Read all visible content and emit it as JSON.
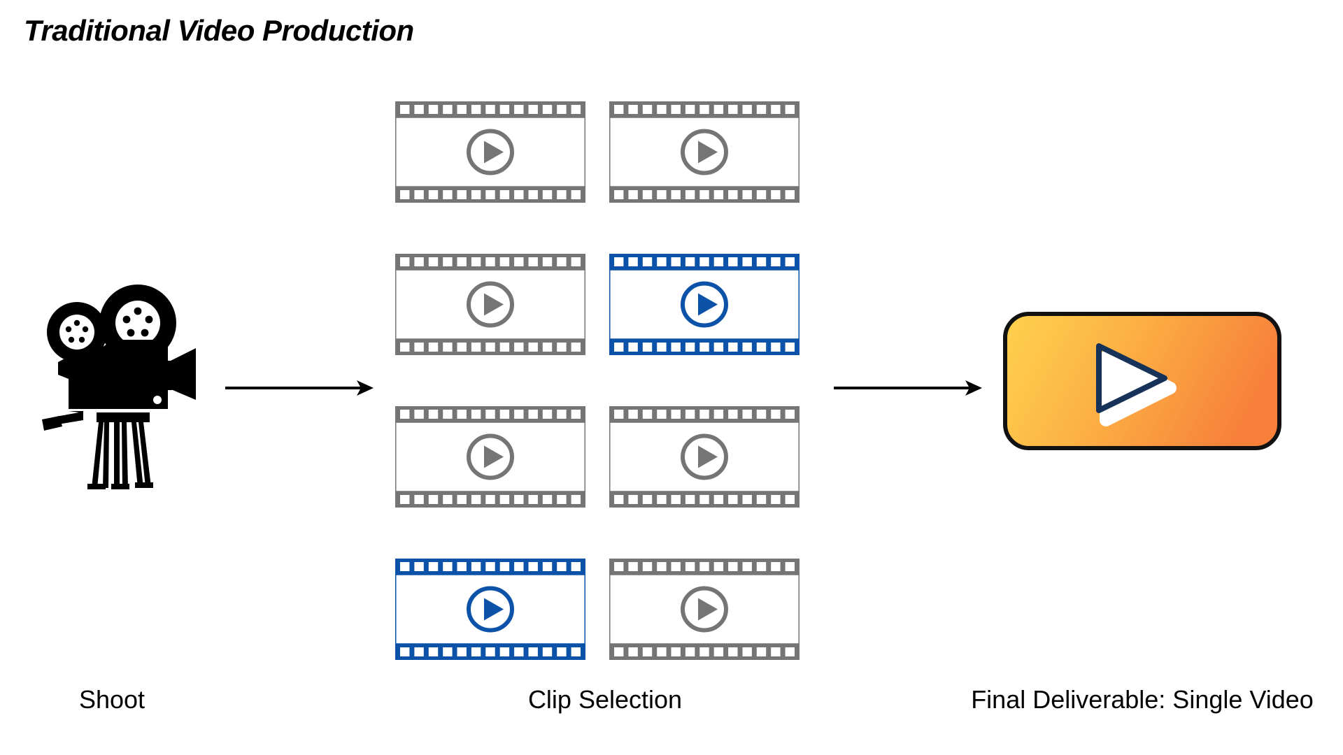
{
  "title": "Traditional Video Production",
  "stages": [
    {
      "id": "shoot",
      "label": "Shoot",
      "icon": "movie-camera-icon"
    },
    {
      "id": "clip-selection",
      "label": "Clip Selection",
      "icon": "film-strip-grid-icon"
    },
    {
      "id": "final-deliverable",
      "label": "Final Deliverable: Single Video",
      "icon": "video-thumbnail-play-icon"
    }
  ],
  "arrows": [
    {
      "id": "arrow-shoot-to-clips",
      "from": "shoot",
      "to": "clip-selection",
      "direction": "right"
    },
    {
      "id": "arrow-clips-to-final",
      "from": "clip-selection",
      "to": "final-deliverable",
      "direction": "right"
    }
  ],
  "clips": {
    "rows": 4,
    "columns": 2,
    "count": 8,
    "sprocket_holes_per_edge": 13,
    "items": [
      {
        "index": 0,
        "row": 1,
        "column": 1,
        "state": "unselected",
        "color": "#757575"
      },
      {
        "index": 1,
        "row": 1,
        "column": 2,
        "state": "unselected",
        "color": "#757575"
      },
      {
        "index": 2,
        "row": 2,
        "column": 1,
        "state": "unselected",
        "color": "#757575"
      },
      {
        "index": 3,
        "row": 2,
        "column": 2,
        "state": "selected",
        "color": "#0B52A8"
      },
      {
        "index": 4,
        "row": 3,
        "column": 1,
        "state": "unselected",
        "color": "#757575"
      },
      {
        "index": 5,
        "row": 3,
        "column": 2,
        "state": "unselected",
        "color": "#757575"
      },
      {
        "index": 6,
        "row": 4,
        "column": 1,
        "state": "selected",
        "color": "#0B52A8"
      },
      {
        "index": 7,
        "row": 4,
        "column": 2,
        "state": "unselected",
        "color": "#757575"
      }
    ]
  },
  "colors": {
    "background": "#ffffff",
    "text": "#000000",
    "clip_unselected": "#757575",
    "clip_selected": "#0B52A8",
    "final_gradient_start": "#FFD24D",
    "final_gradient_end": "#F7883B",
    "final_border": "#111111",
    "final_play_outline": "#163258",
    "final_play_fill": "#ffffff",
    "arrow": "#000000",
    "camera": "#000000"
  }
}
